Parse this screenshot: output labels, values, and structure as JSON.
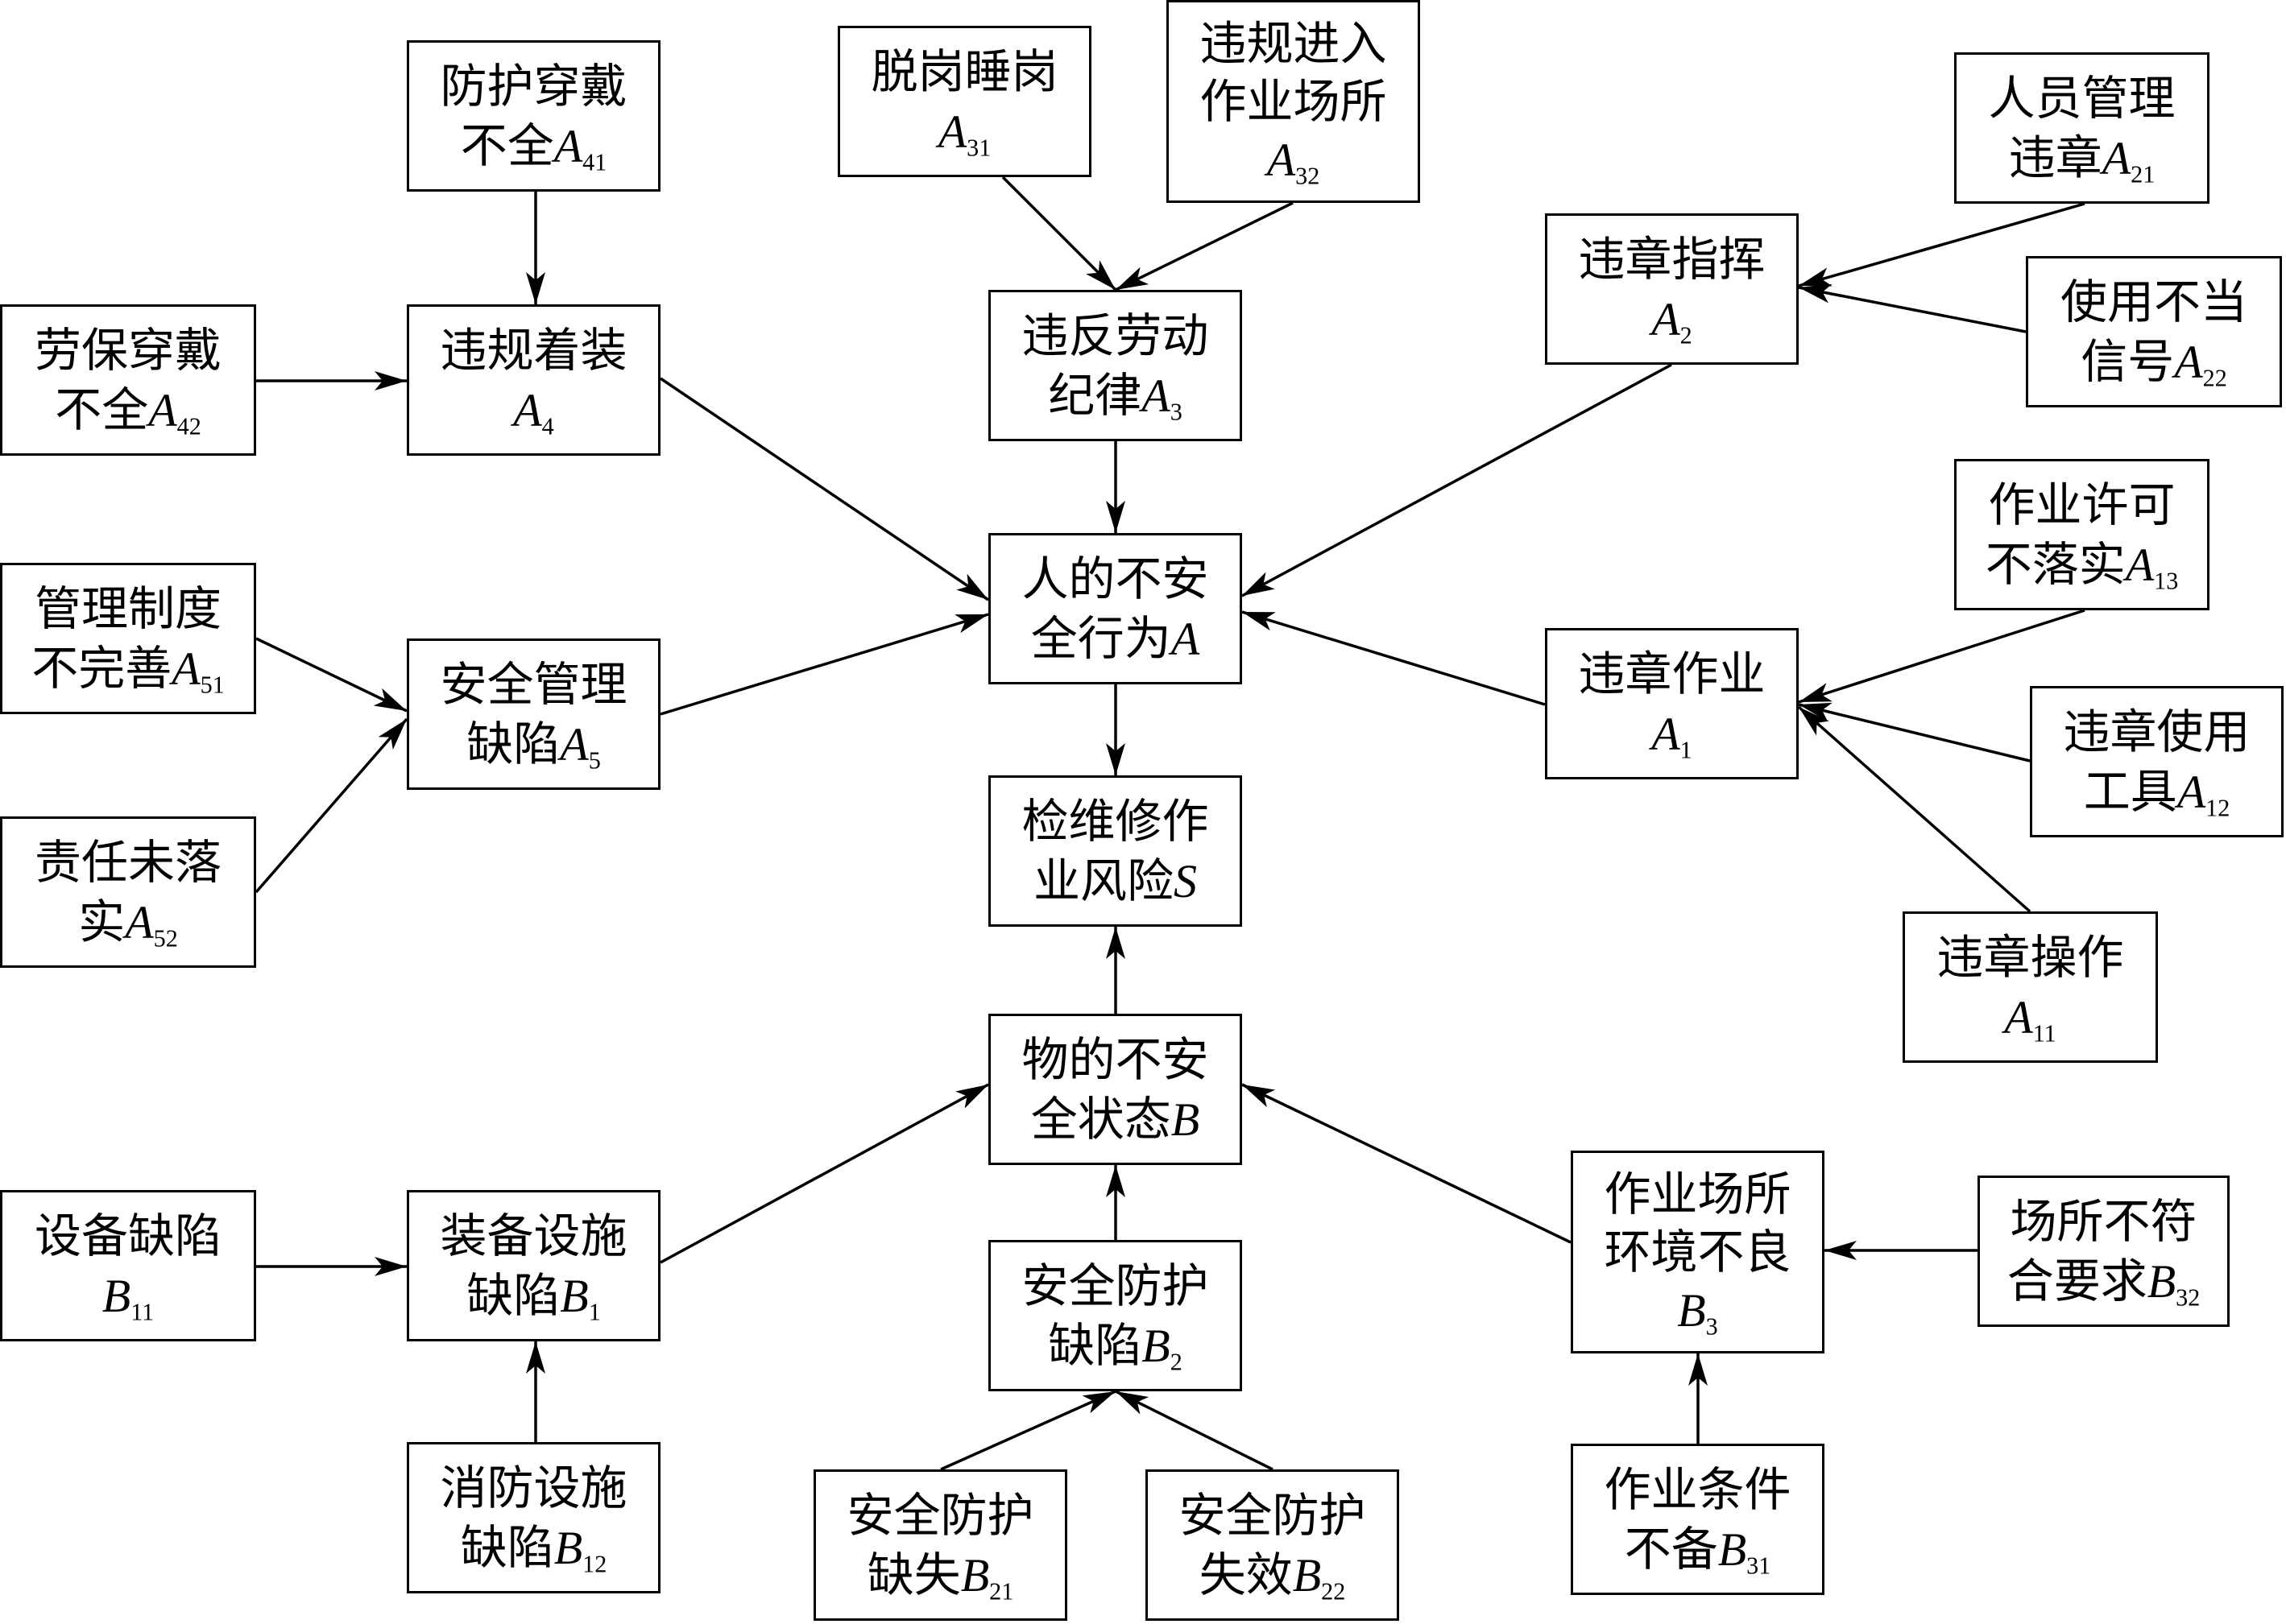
{
  "nodes": {
    "S": {
      "l1": "检维修作",
      "l2a": "业风险",
      "var": "S",
      "sub": ""
    },
    "A": {
      "l1": "人的不安",
      "l2a": "全行为",
      "var": "A",
      "sub": ""
    },
    "B": {
      "l1": "物的不安",
      "l2a": "全状态",
      "var": "B",
      "sub": ""
    },
    "A1": {
      "l1": "违章作业",
      "l2a": "",
      "var": "A",
      "sub": "1"
    },
    "A11": {
      "l1": "违章操作",
      "l2a": "",
      "var": "A",
      "sub": "11"
    },
    "A12": {
      "l1": "违章使用",
      "l2a": "工具",
      "var": "A",
      "sub": "12"
    },
    "A13": {
      "l1": "作业许可",
      "l2a": "不落实",
      "var": "A",
      "sub": "13"
    },
    "A2": {
      "l1": "违章指挥",
      "l2a": "",
      "var": "A",
      "sub": "2"
    },
    "A21": {
      "l1": "人员管理",
      "l2a": "违章",
      "var": "A",
      "sub": "21"
    },
    "A22": {
      "l1": "使用不当",
      "l2a": "信号",
      "var": "A",
      "sub": "22"
    },
    "A3": {
      "l1": "违反劳动",
      "l2a": "纪律",
      "var": "A",
      "sub": "3"
    },
    "A31": {
      "l1": "脱岗睡岗",
      "l2a": "",
      "var": "A",
      "sub": "31"
    },
    "A32": {
      "l1": "违规进入",
      "l1b": "作业场所",
      "l2a": "",
      "var": "A",
      "sub": "32"
    },
    "A4": {
      "l1": "违规着装",
      "l2a": "",
      "var": "A",
      "sub": "4"
    },
    "A41": {
      "l1": "防护穿戴",
      "l2a": "不全",
      "var": "A",
      "sub": "41"
    },
    "A42": {
      "l1": "劳保穿戴",
      "l2a": "不全",
      "var": "A",
      "sub": "42"
    },
    "A5": {
      "l1": "安全管理",
      "l2a": "缺陷",
      "var": "A",
      "sub": "5"
    },
    "A51": {
      "l1": "管理制度",
      "l2a": "不完善",
      "var": "A",
      "sub": "51"
    },
    "A52": {
      "l1": "责任未落",
      "l2a": "实",
      "var": "A",
      "sub": "52"
    },
    "B1": {
      "l1": "装备设施",
      "l2a": "缺陷",
      "var": "B",
      "sub": "1"
    },
    "B11": {
      "l1": "设备缺陷",
      "l2a": "",
      "var": "B",
      "sub": "11"
    },
    "B12": {
      "l1": "消防设施",
      "l2a": "缺陷",
      "var": "B",
      "sub": "12"
    },
    "B2": {
      "l1": "安全防护",
      "l2a": "缺陷",
      "var": "B",
      "sub": "2"
    },
    "B21": {
      "l1": "安全防护",
      "l2a": "缺失",
      "var": "B",
      "sub": "21"
    },
    "B22": {
      "l1": "安全防护",
      "l2a": "失效",
      "var": "B",
      "sub": "22"
    },
    "B3": {
      "l1": "作业场所",
      "l1b": "环境不良",
      "l2a": "",
      "var": "B",
      "sub": "3"
    },
    "B31": {
      "l1": "作业条件",
      "l2a": "不备",
      "var": "B",
      "sub": "31"
    },
    "B32": {
      "l1": "场所不符",
      "l2a": "合要求",
      "var": "B",
      "sub": "32"
    }
  }
}
